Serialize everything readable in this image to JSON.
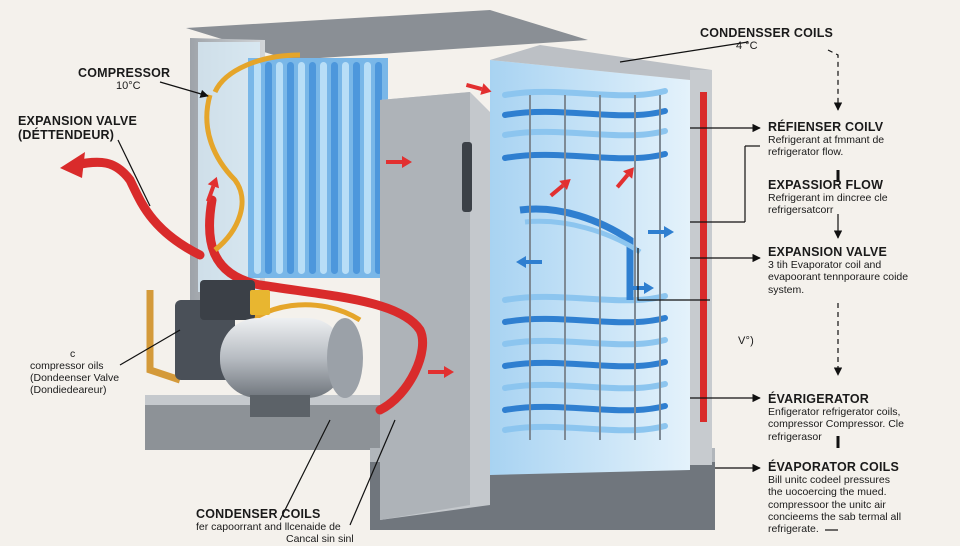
{
  "labels": {
    "compressor": {
      "title": "COMPRESSOR",
      "value": "10°C"
    },
    "expansion_valve_left": {
      "title_line1": "EXPANSION VALVE",
      "title_line2": "(DÉTTENDEUR)"
    },
    "left_notes": {
      "line1": "c",
      "line2": "compressor oils",
      "line3": "(Dondeenser Valve",
      "line4": "(Dondiedeareur)"
    },
    "condenser_bottom": {
      "title": "CONDENSER COILS",
      "line1": "fer capoorrant and llcenaide de",
      "line2": "Cancal sin sinl"
    },
    "condenser_top": {
      "title": "CONDENSSER COILS",
      "value": "4 °C"
    },
    "right_items": [
      {
        "title": "RÉFIENSER COILV",
        "lines": [
          "Refrigerant at fmmant de",
          "refrigerator flow."
        ]
      },
      {
        "title": "EXPASSIOR FLOW",
        "lines": [
          "Refrigerant im dincree cle",
          "refrigersatcorr"
        ]
      },
      {
        "title": "EXPANSION VALVE",
        "lines": [
          "3 tih Evaporator coil and",
          "evapoorant tennporaure coide",
          "system."
        ]
      },
      {
        "title": "ÉVARIGERATOR",
        "lines": [
          "Enfigerator refrigerator coils,",
          "compressor Compressor. Cle",
          "refrigerasor"
        ]
      },
      {
        "title": "ÉVAPORATOR COILS",
        "lines": [
          "Bill unitc codeel pressures",
          "the uocoercing the mued.",
          "compressoor the unitc air",
          "concieems the sab termal all",
          "refrigerate."
        ]
      }
    ],
    "voltage_mark": "V°)"
  },
  "colors": {
    "background": "#f4f1ec",
    "cabinet": "#b9bdc2",
    "cabinet_dark": "#7f858c",
    "coil_blue": "#3a86d4",
    "coil_light": "#9fd0f2",
    "pipe_red": "#d92b2b",
    "pipe_yellow": "#e5a52a",
    "interior": "#cfe8f8",
    "arrow_red": "#e23030"
  }
}
